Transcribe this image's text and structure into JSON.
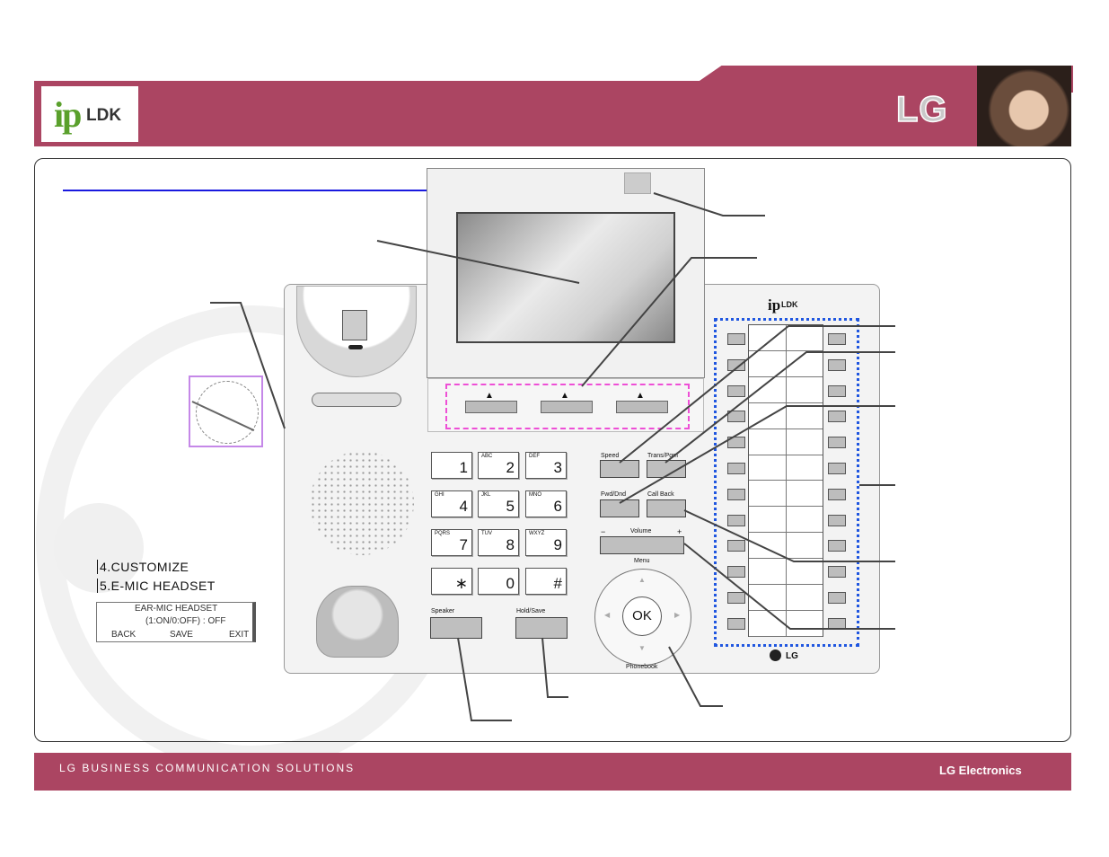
{
  "header": {
    "logo_ip": "ip",
    "logo_ldk": "LDK",
    "brand": "LG"
  },
  "footer": {
    "left_text": "LG BUSINESS COMMUNICATION SOLUTIONS",
    "right_text": "LG Electronics"
  },
  "phone": {
    "brand_small": "LG",
    "logo_ip": "ip",
    "logo_ldk": "LDK",
    "keypad": [
      {
        "num": "1",
        "sub": ""
      },
      {
        "num": "2",
        "sub": "ABC"
      },
      {
        "num": "3",
        "sub": "DEF"
      },
      {
        "num": "4",
        "sub": "GHI"
      },
      {
        "num": "5",
        "sub": "JKL"
      },
      {
        "num": "6",
        "sub": "MNO"
      },
      {
        "num": "7",
        "sub": "PQRS"
      },
      {
        "num": "8",
        "sub": "TUV"
      },
      {
        "num": "9",
        "sub": "WXYZ"
      },
      {
        "num": "∗",
        "sub": ""
      },
      {
        "num": "0",
        "sub": ""
      },
      {
        "num": "#",
        "sub": ""
      }
    ],
    "speed_label": "Speed",
    "trans_label": "Trans/Pgm",
    "fwd_label": "Fwd/Dnd",
    "callback_label": "Call Back",
    "volume_label": "Volume",
    "vol_minus": "−",
    "vol_plus": "+",
    "menu_label": "Menu",
    "ok_label": "OK",
    "phonebook_label": "Phonebook",
    "speaker_label": "Speaker",
    "hold_label": "Hold/Save"
  },
  "menu_panel": {
    "line1": "4.CUSTOMIZE",
    "line2": "5.E-MIC HEADSET"
  },
  "earmic_panel": {
    "title": "EAR-MIC HEADSET",
    "status": "(1:ON/0:OFF)  :  OFF",
    "back": "BACK",
    "save": "SAVE",
    "exit": "EXIT"
  }
}
